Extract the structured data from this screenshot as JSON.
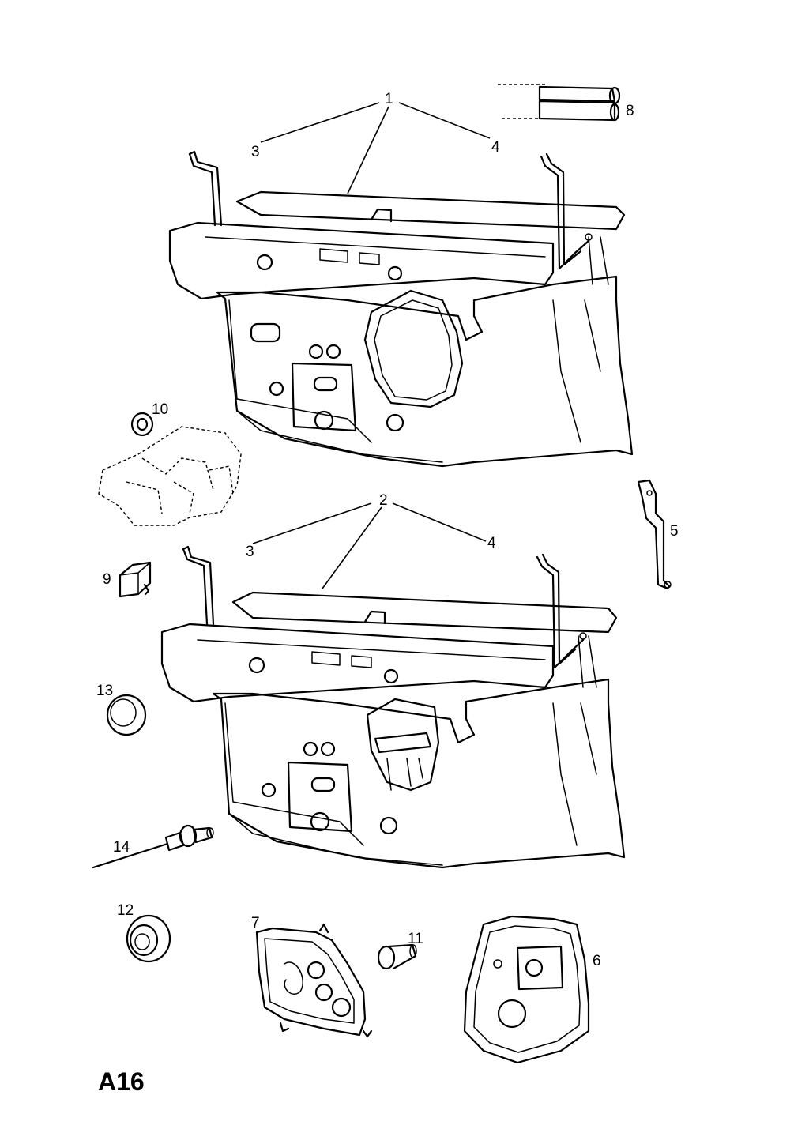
{
  "diagram_code": "A16",
  "callouts": {
    "c1": "1",
    "c2": "2",
    "c3a": "3",
    "c3b": "3",
    "c4a": "4",
    "c4b": "4",
    "c5": "5",
    "c6": "6",
    "c7": "7",
    "c8": "8",
    "c9": "9",
    "c10": "10",
    "c11": "11",
    "c12": "12",
    "c13": "13",
    "c14": "14"
  }
}
